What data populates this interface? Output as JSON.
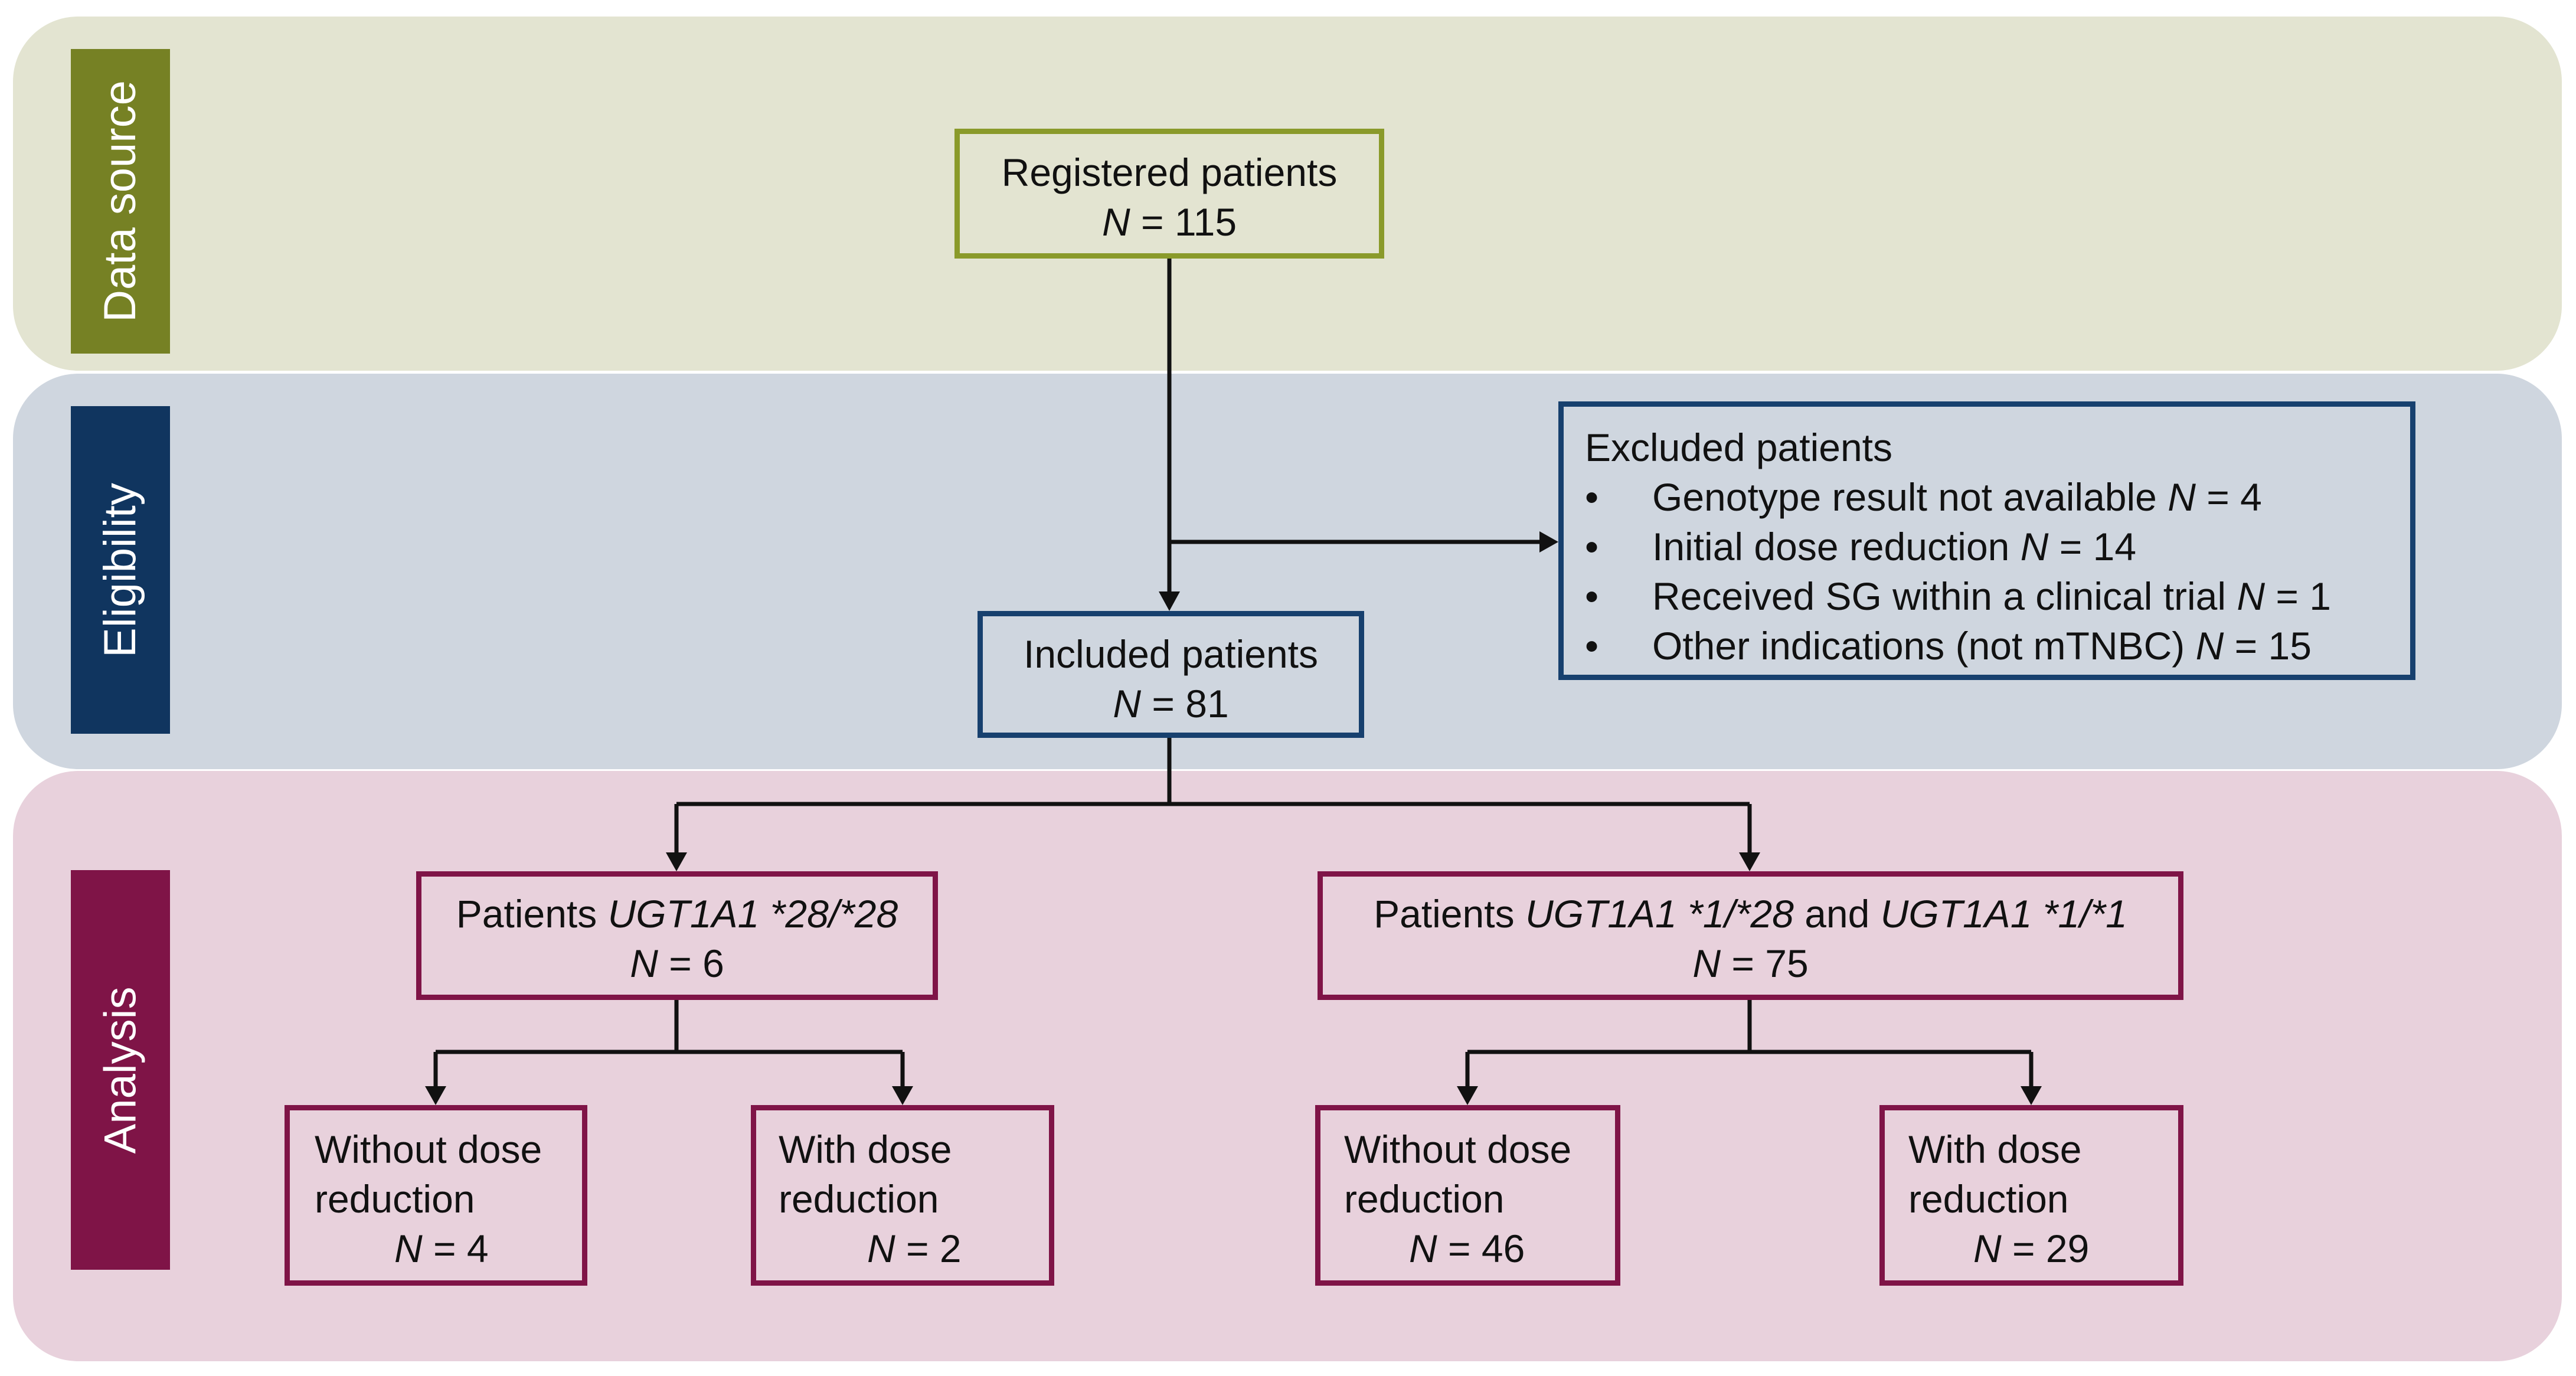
{
  "stages": {
    "data_source": "Data source",
    "eligibility": "Eligibility",
    "analysis": "Analysis"
  },
  "registered": {
    "title": "Registered patients",
    "n_label": "N",
    "n_value": "= 115"
  },
  "excluded": {
    "title": "Excluded patients",
    "bullet": "•",
    "items": [
      {
        "text": "Genotype result not available ",
        "n_label": "N",
        "n_value": " = 4"
      },
      {
        "text": "Initial dose reduction ",
        "n_label": "N",
        "n_value": " = 14"
      },
      {
        "text": "Received SG within a clinical trial ",
        "n_label": "N",
        "n_value": " = 1"
      },
      {
        "text": "Other indications (not mTNBC) ",
        "n_label": "N",
        "n_value": " = 15"
      }
    ]
  },
  "included": {
    "title": "Included patients",
    "n_label": "N",
    "n_value": " = 81"
  },
  "homozygous": {
    "prefix": "Patients ",
    "gene": "UGT1A1 *28/*28",
    "n_label": "N",
    "n_value": " = 6"
  },
  "heterozygous": {
    "prefix": "Patients ",
    "gene1": "UGT1A1 *1/*28",
    "mid": " and ",
    "gene2": "UGT1A1 *1/*1",
    "n_label": "N",
    "n_value": " = 75"
  },
  "hom_without": {
    "line1": "Without dose",
    "line2": "reduction",
    "n_label": "N",
    "n_value": " = 4"
  },
  "hom_with": {
    "line1": "With dose",
    "line2": "reduction",
    "n_label": "N",
    "n_value": " = 2"
  },
  "het_without": {
    "line1": "Without dose",
    "line2": "reduction",
    "n_label": "N",
    "n_value": " = 46"
  },
  "het_with": {
    "line1": "With dose",
    "line2": "reduction",
    "n_label": "N",
    "n_value": " = 29"
  }
}
